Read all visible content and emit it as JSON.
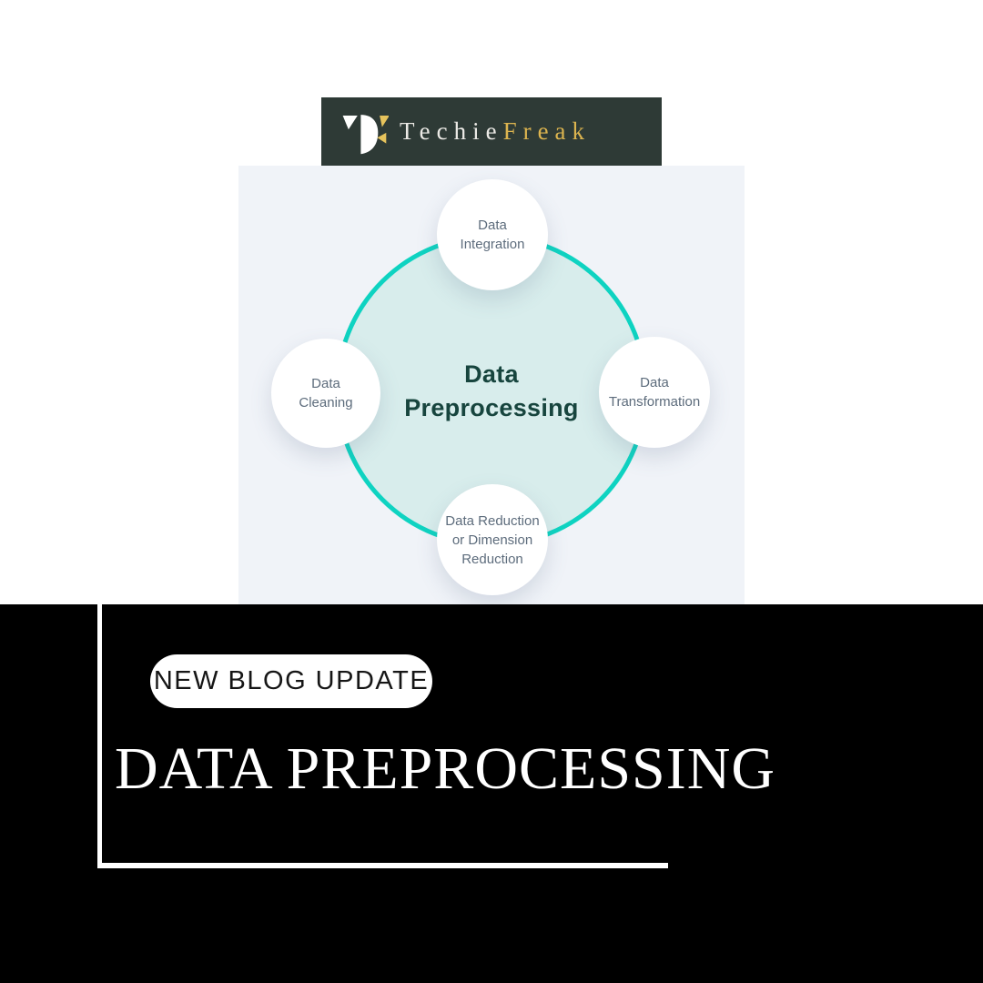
{
  "brand": {
    "name_first": "Techie",
    "name_second": "Freak"
  },
  "diagram": {
    "center_title": {
      "line1": "Data",
      "line2": "Preprocessing"
    },
    "nodes": {
      "top": {
        "lines": [
          "Data",
          "Integration"
        ]
      },
      "right": {
        "lines": [
          "Data",
          "Transformation"
        ]
      },
      "bottom": {
        "lines": [
          "Data Reduction",
          "or Dimension",
          "Reduction"
        ]
      },
      "left": {
        "lines": [
          "Data",
          "Cleaning"
        ]
      }
    }
  },
  "footer": {
    "badge_label": "NEW BLOG UPDATE",
    "title": "DATA PREPROCESSING"
  },
  "colors": {
    "accent_teal": "#0ed3c1",
    "ring_fill": "#d8edec",
    "panel_bg": "#f0f3f8",
    "banner_bg": "#2e3a36",
    "brand_gold": "#dcb44f",
    "brand_silver": "#eceae6",
    "center_text": "#17453e",
    "node_text": "#5d6c7c",
    "footer_bg": "#000000"
  }
}
